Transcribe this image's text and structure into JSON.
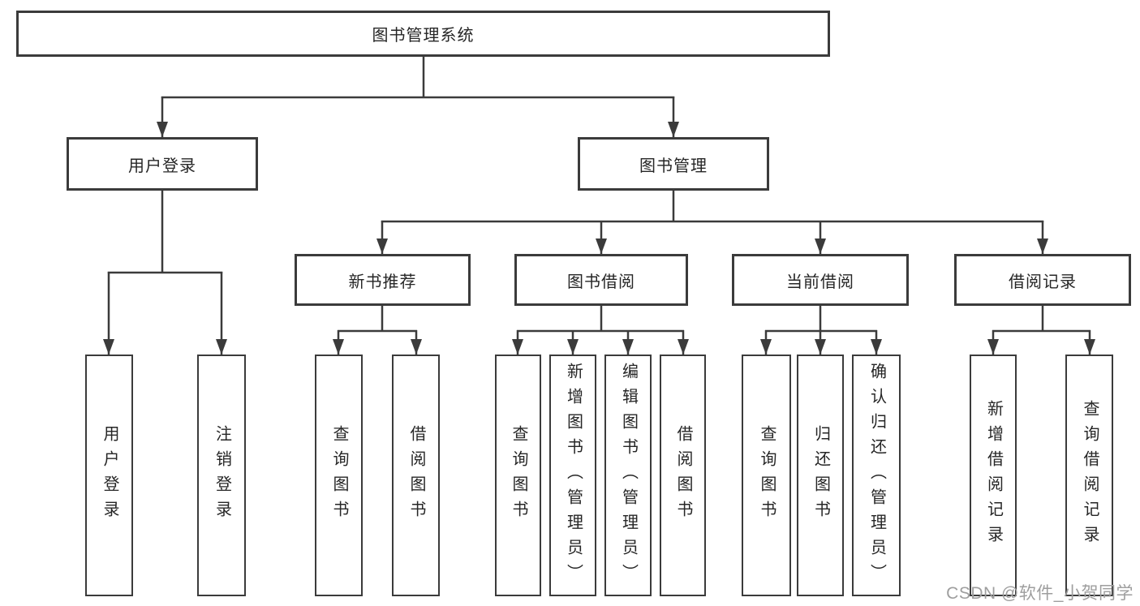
{
  "diagram_title": "图书管理系统",
  "watermark": {
    "text": "CSDN @软件_小贺同学"
  },
  "colors": {
    "line": "#3b3b3b",
    "text": "#262626",
    "background": "#ffffff",
    "watermark": "#9e9e9e"
  },
  "tree": {
    "root": {
      "label": "图书管理系统",
      "children": [
        {
          "label": "用户登录",
          "children": [
            {
              "label": "用户登录"
            },
            {
              "label": "注销登录"
            }
          ]
        },
        {
          "label": "图书管理",
          "children": [
            {
              "label": "新书推荐",
              "children": [
                {
                  "label": "查询图书"
                },
                {
                  "label": "借阅图书"
                }
              ]
            },
            {
              "label": "图书借阅",
              "children": [
                {
                  "label": "查询图书"
                },
                {
                  "label": "新增图书（管理员）"
                },
                {
                  "label": "编辑图书（管理员）"
                },
                {
                  "label": "借阅图书"
                }
              ]
            },
            {
              "label": "当前借阅",
              "children": [
                {
                  "label": "查询图书"
                },
                {
                  "label": "归还图书"
                },
                {
                  "label": "确认归还（管理员）"
                }
              ]
            },
            {
              "label": "借阅记录",
              "children": [
                {
                  "label": "新增借阅记录"
                },
                {
                  "label": "查询借阅记录"
                }
              ]
            }
          ]
        }
      ]
    }
  }
}
